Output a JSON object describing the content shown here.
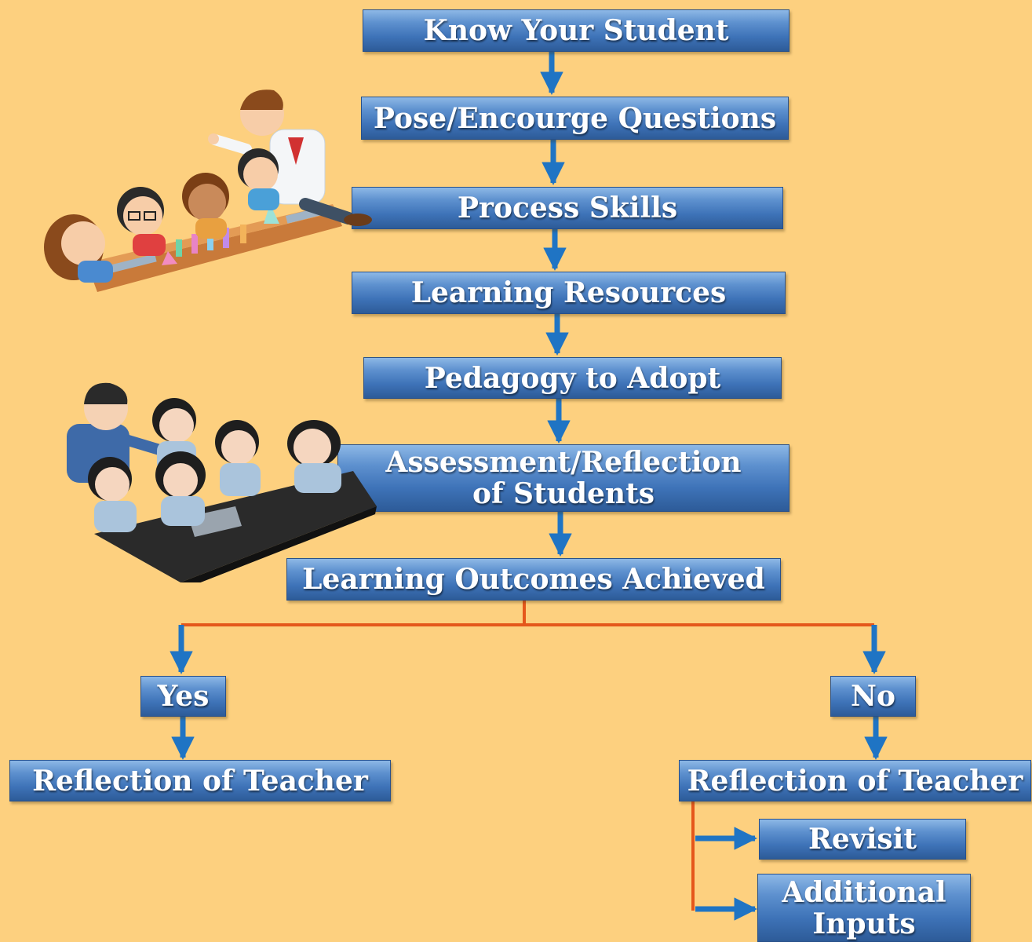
{
  "flow": {
    "steps": [
      "Know Your Student",
      "Pose/Encourge Questions",
      "Process Skills",
      "Learning Resources",
      "Pedagogy to Adopt",
      "Assessment/Reflection\nof Students",
      "Learning Outcomes Achieved"
    ],
    "yes_label": "Yes",
    "no_label": "No",
    "yes_reflection": "Reflection of Teacher",
    "no_reflection": "Reflection of Teacher",
    "revisit": "Revisit",
    "additional_inputs": "Additional\nInputs"
  },
  "colors": {
    "background": "#fdd07f",
    "box_blue": "#3e73b8",
    "arrow_blue": "#1f74c4",
    "connector_orange": "#e5571b"
  },
  "illustrations": {
    "top": "teacher-with-children-doing-experiments",
    "bottom": "teacher-with-students-at-table"
  }
}
